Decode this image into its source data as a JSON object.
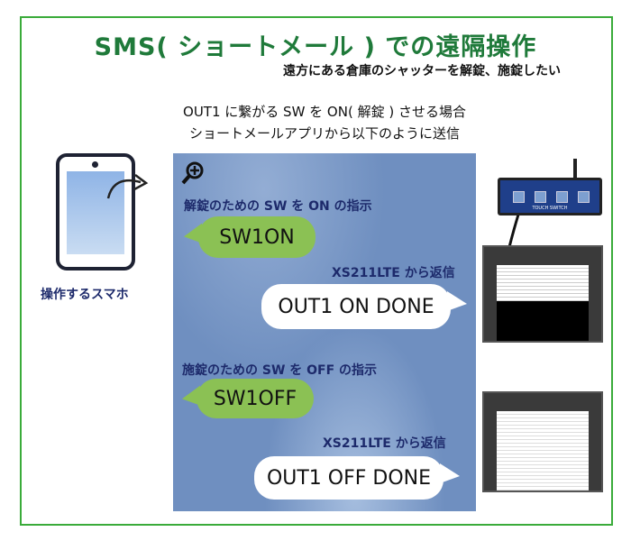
{
  "title": "SMS( ショートメール ) での遠隔操作",
  "subtitle": "遠方にある倉庫のシャッターを解錠、施錠したい",
  "intro": {
    "line1": "OUT1 に繋がる SW を ON( 解錠 ) させる場合",
    "line2": "ショートメールアプリから以下のように送信"
  },
  "phone_label": "操作するスマホ",
  "device_label": "TOUCH SWITCH",
  "chat": {
    "cap1": "解錠のための SW を ON の指示",
    "msg1": "SW1ON",
    "cap2": "XS211LTE から返信",
    "reply1": "OUT1 ON DONE",
    "cap3": "施錠のための SW を OFF の指示",
    "msg2": "SW1OFF",
    "cap4": "XS211LTE から返信",
    "reply2": "OUT1 OFF DONE"
  },
  "colors": {
    "title": "#1f7a3a",
    "frame": "#3aab3a",
    "chat_bg": "#6f8fc0",
    "sent_bubble": "#8bc154",
    "caption": "#1d2a6b"
  }
}
